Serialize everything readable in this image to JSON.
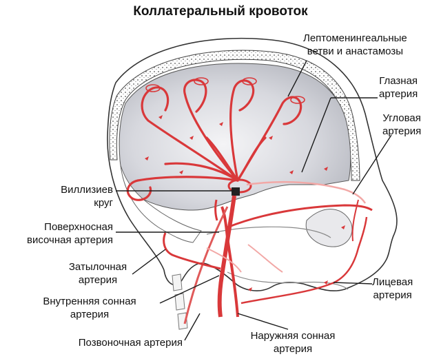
{
  "title": "Коллатеральный кровоток",
  "labels": {
    "leptomeningeal": [
      "Лептоменингеальные",
      "ветви и анастамозы"
    ],
    "ophthalmic": [
      "Глазная",
      "артерия"
    ],
    "angular": [
      "Угловая",
      "артерия"
    ],
    "willis": [
      "Виллизиев",
      "круг"
    ],
    "superficial_temporal": [
      "Поверхносная",
      "височная артерия"
    ],
    "occipital": [
      "Затылочная",
      "артерия"
    ],
    "internal_carotid": [
      "Внутренняя сонная",
      "артерия"
    ],
    "vertebral": [
      "Позвоночная артерия"
    ],
    "facial": [
      "Лицевая",
      "артерия"
    ],
    "external_carotid": [
      "Наружняя сонная",
      "артерия"
    ]
  },
  "colors": {
    "artery": "#d9383a",
    "artery_light": "#f2a8a6",
    "brain_fill": "#cfd0d6",
    "skull_line": "#333333",
    "leader_line": "#1a1a1a"
  }
}
